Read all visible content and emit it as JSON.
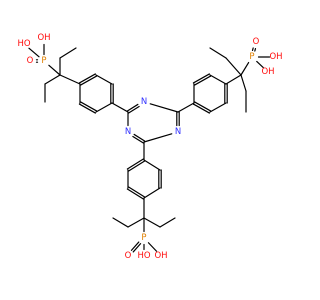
{
  "molecule": {
    "colors": {
      "bond": "#000000",
      "C": "#000000",
      "N": "#3030ff",
      "O": "#ff0d0d",
      "P": "#e08000"
    },
    "atoms": [
      {
        "id": "n1",
        "label": "N",
        "element": "N"
      },
      {
        "id": "n2",
        "label": "N",
        "element": "N"
      },
      {
        "id": "n3",
        "label": "N",
        "element": "N"
      },
      {
        "id": "p1",
        "label": "P",
        "element": "P"
      },
      {
        "id": "o1a",
        "label": "O",
        "element": "O"
      },
      {
        "id": "o1b",
        "label": "HO",
        "element": "O"
      },
      {
        "id": "o1c",
        "label": "OH",
        "element": "O"
      },
      {
        "id": "p2",
        "label": "P",
        "element": "P"
      },
      {
        "id": "o2a",
        "label": "O",
        "element": "O"
      },
      {
        "id": "o2b",
        "label": "OH",
        "element": "O"
      },
      {
        "id": "o2c",
        "label": "OH",
        "element": "O"
      },
      {
        "id": "p3",
        "label": "P",
        "element": "P"
      },
      {
        "id": "o3a",
        "label": "O",
        "element": "O"
      },
      {
        "id": "o3b",
        "label": "HO",
        "element": "O"
      },
      {
        "id": "o3c",
        "label": "OH",
        "element": "O"
      }
    ],
    "bonds": [
      {
        "a": "tC1",
        "b": "n1",
        "order": 2
      },
      {
        "a": "n1",
        "b": "tC2",
        "order": 1
      },
      {
        "a": "tC2",
        "b": "n2",
        "order": 2
      },
      {
        "a": "n2",
        "b": "tC3",
        "order": 1
      },
      {
        "a": "tC3",
        "b": "n3",
        "order": 2
      },
      {
        "a": "n3",
        "b": "tC1",
        "order": 1
      },
      {
        "a": "tC1",
        "b": "aA1",
        "order": 1
      },
      {
        "a": "aA1",
        "b": "aA2",
        "order": 2
      },
      {
        "a": "aA2",
        "b": "aA3",
        "order": 1
      },
      {
        "a": "aA3",
        "b": "aA4",
        "order": 2
      },
      {
        "a": "aA4",
        "b": "aA5",
        "order": 1
      },
      {
        "a": "aA5",
        "b": "aA6",
        "order": 2
      },
      {
        "a": "aA6",
        "b": "aA1",
        "order": 1
      },
      {
        "a": "aA4",
        "b": "qA",
        "order": 1
      },
      {
        "a": "qA",
        "b": "eA1",
        "order": 1
      },
      {
        "a": "eA1",
        "b": "mA1",
        "order": 1
      },
      {
        "a": "qA",
        "b": "eA2",
        "order": 1
      },
      {
        "a": "eA2",
        "b": "mA2",
        "order": 1
      },
      {
        "a": "qA",
        "b": "p1",
        "order": 1
      },
      {
        "a": "p1",
        "b": "o1a",
        "order": 2
      },
      {
        "a": "p1",
        "b": "o1b",
        "order": 1
      },
      {
        "a": "p1",
        "b": "o1c",
        "order": 1
      },
      {
        "a": "tC2",
        "b": "aB1",
        "order": 1
      },
      {
        "a": "aB1",
        "b": "aB2",
        "order": 2
      },
      {
        "a": "aB2",
        "b": "aB3",
        "order": 1
      },
      {
        "a": "aB3",
        "b": "aB4",
        "order": 2
      },
      {
        "a": "aB4",
        "b": "aB5",
        "order": 1
      },
      {
        "a": "aB5",
        "b": "aB6",
        "order": 2
      },
      {
        "a": "aB6",
        "b": "aB1",
        "order": 1
      },
      {
        "a": "aB4",
        "b": "qB",
        "order": 1
      },
      {
        "a": "qB",
        "b": "eB1",
        "order": 1
      },
      {
        "a": "eB1",
        "b": "mB1",
        "order": 1
      },
      {
        "a": "qB",
        "b": "eB2",
        "order": 1
      },
      {
        "a": "eB2",
        "b": "mB2",
        "order": 1
      },
      {
        "a": "qB",
        "b": "p2",
        "order": 1
      },
      {
        "a": "p2",
        "b": "o2a",
        "order": 2
      },
      {
        "a": "p2",
        "b": "o2b",
        "order": 1
      },
      {
        "a": "p2",
        "b": "o2c",
        "order": 1
      },
      {
        "a": "tC3",
        "b": "aC1",
        "order": 1
      },
      {
        "a": "aC1",
        "b": "aC2",
        "order": 2
      },
      {
        "a": "aC2",
        "b": "aC3",
        "order": 1
      },
      {
        "a": "aC3",
        "b": "aC4",
        "order": 2
      },
      {
        "a": "aC4",
        "b": "aC5",
        "order": 1
      },
      {
        "a": "aC5",
        "b": "aC6",
        "order": 2
      },
      {
        "a": "aC6",
        "b": "aC1",
        "order": 1
      },
      {
        "a": "aC4",
        "b": "qC",
        "order": 1
      },
      {
        "a": "qC",
        "b": "eC1",
        "order": 1
      },
      {
        "a": "eC1",
        "b": "mC1",
        "order": 1
      },
      {
        "a": "qC",
        "b": "eC2",
        "order": 1
      },
      {
        "a": "eC2",
        "b": "mC2",
        "order": 1
      },
      {
        "a": "qC",
        "b": "p3",
        "order": 1
      },
      {
        "a": "p3",
        "b": "o3a",
        "order": 2
      },
      {
        "a": "p3",
        "b": "o3b",
        "order": 1
      },
      {
        "a": "p3",
        "b": "o3c",
        "order": 1
      }
    ]
  }
}
